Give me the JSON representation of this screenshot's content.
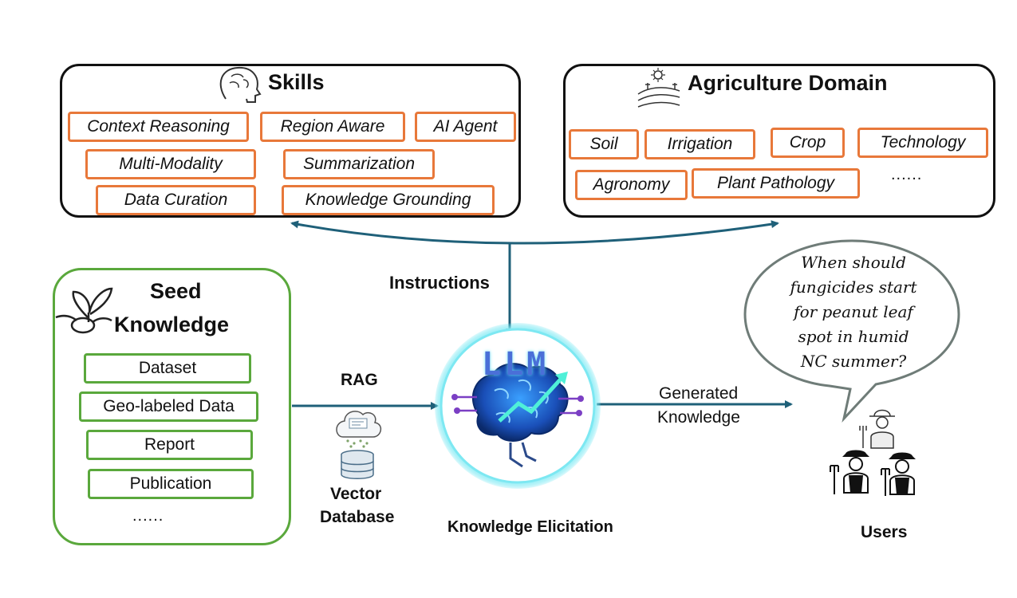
{
  "skills": {
    "title": "Skills",
    "items": [
      "Context Reasoning",
      "Region Aware",
      "AI Agent",
      "Multi-Modality",
      "Summarization",
      "Data Curation",
      "Knowledge Grounding"
    ]
  },
  "agriculture": {
    "title": "Agriculture Domain",
    "items": [
      "Soil",
      "Irrigation",
      "Crop",
      "Technology",
      "Agronomy",
      "Plant Pathology"
    ],
    "ellipsis": "......"
  },
  "seed": {
    "title_line1": "Seed",
    "title_line2": "Knowledge",
    "items": [
      "Dataset",
      "Geo-labeled Data",
      "Report",
      "Publication"
    ],
    "ellipsis": "......"
  },
  "flow": {
    "instructions": "Instructions",
    "rag": "RAG",
    "vector_db_line1": "Vector",
    "vector_db_line2": "Database",
    "llm_label": "LLM",
    "elicitation": "Knowledge Elicitation",
    "generated_line1": "Generated",
    "generated_line2": "Knowledge",
    "users": "Users"
  },
  "question": {
    "lines": [
      "When should",
      "fungicides start",
      "for peanut leaf",
      "spot in humid",
      "NC summer?"
    ]
  },
  "colors": {
    "arrow": "#1f6079",
    "skill_border": "#e8783a",
    "seed_border": "#5aa83c",
    "llm_glow": "#5ee3f0"
  }
}
